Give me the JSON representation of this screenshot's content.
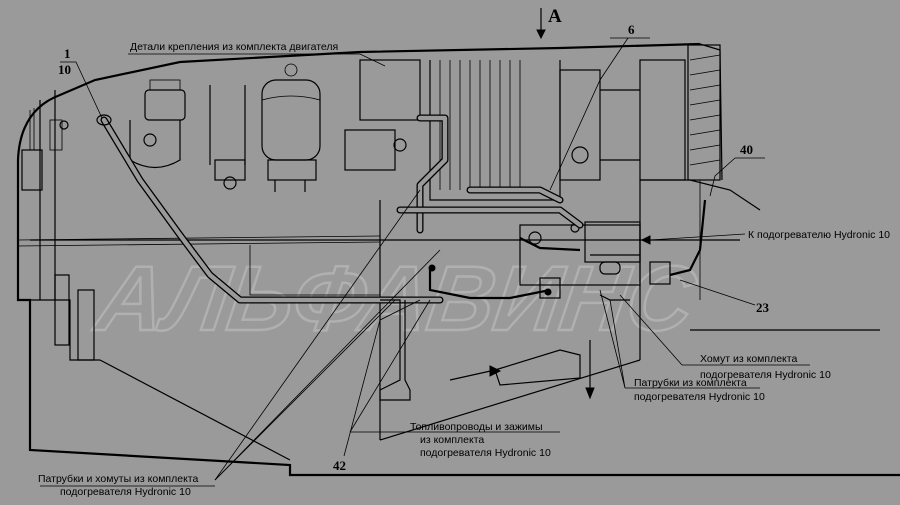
{
  "view_marker": "A",
  "callouts": {
    "n1": "1",
    "n10": "10",
    "n6": "6",
    "n40": "40",
    "n23": "23",
    "n42": "42"
  },
  "labels": {
    "engine_fasteners": "Детали крепления из комплекта двигателя",
    "to_heater": "К подогревателю Hydronic 10",
    "clamp_line1": "Хомут из комплекта",
    "clamp_line2": "подогревателя Hydronic 10",
    "pipes_line1": "Патрубки из комплекта",
    "pipes_line2": "подогревателя Hydronic 10",
    "fuel_line1": "Топливопроводы и зажимы",
    "fuel_line2": "из комплекта",
    "fuel_line3": "подогревателя Hydronic 10",
    "pipes_clamps_line1": "Патрубки и хомуты из комплекта",
    "pipes_clamps_line2": "подогревателя Hydronic 10"
  },
  "watermark": "АЛЬФАВИНС",
  "colors": {
    "background": "#9a9a9a",
    "ink": "#000000",
    "watermark": "#b8b8b8"
  }
}
